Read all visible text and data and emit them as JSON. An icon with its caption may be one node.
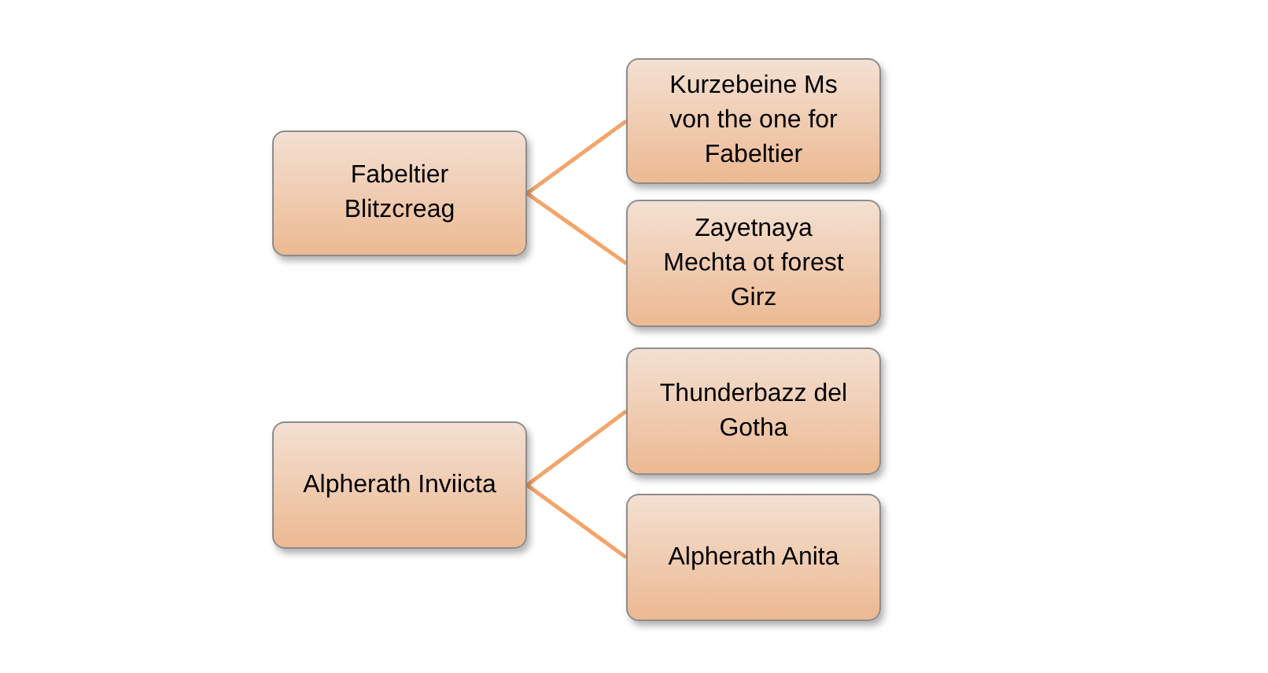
{
  "diagram": {
    "nodes": [
      {
        "text": [
          "Fabeltier Blitzcreag"
        ]
      },
      {
        "text": [
          "Kurzebeine Ms von the one for Fabeltier"
        ]
      },
      {
        "text": [
          "Zayetnaya Mechta ot forest Girz"
        ]
      },
      {
        "text": [
          "Alpherath Inviicta"
        ]
      },
      {
        "text": [
          "Thunderbazz del Gotha"
        ]
      },
      {
        "text": [
          "Alpherath Anita"
        ]
      }
    ],
    "edges": [
      {
        "from": 0,
        "to": 1,
        "arrow": "none"
      },
      {
        "from": 0,
        "to": 2,
        "arrow": "none"
      },
      {
        "from": 3,
        "to": 4,
        "arrow": "none"
      },
      {
        "from": 3,
        "to": 5,
        "arrow": "none"
      }
    ]
  }
}
